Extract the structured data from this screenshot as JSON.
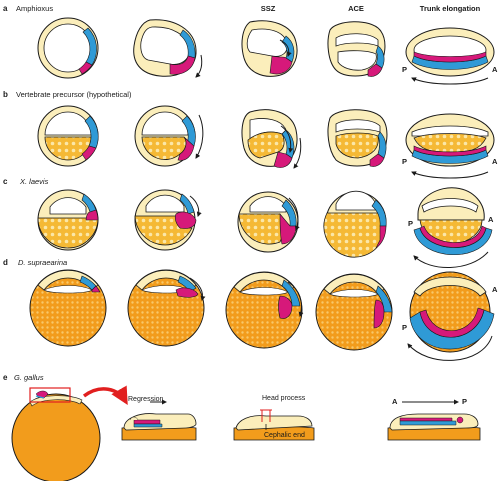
{
  "colors": {
    "yolk": "#f5b935",
    "yolk_dots": "#fbe7a8",
    "cream": "#fbeebb",
    "outline": "#1a1a1a",
    "blue": "#2f9ad6",
    "magenta": "#d6197a",
    "orange_embryo": "#f29c1c",
    "arrow_red": "#e11f1f"
  },
  "columns": {
    "szz": "SSZ",
    "ace": "ACE",
    "trunk": "Trunk elongation"
  },
  "rows": {
    "a": {
      "letter": "a",
      "label": "Amphioxus"
    },
    "b": {
      "letter": "b",
      "label": "Vertebrate precursor (hypothetical)"
    },
    "c": {
      "letter": "c",
      "label": "X. laevis"
    },
    "d": {
      "letter": "d",
      "label": "D. supraearina"
    },
    "e": {
      "letter": "e",
      "label": "G. gallus"
    }
  },
  "axis": {
    "posterior": "P",
    "anterior": "A"
  },
  "chick_panel": {
    "regression": "Regression",
    "head_process": "Head process",
    "cephalic_end": "Cephalic end"
  }
}
